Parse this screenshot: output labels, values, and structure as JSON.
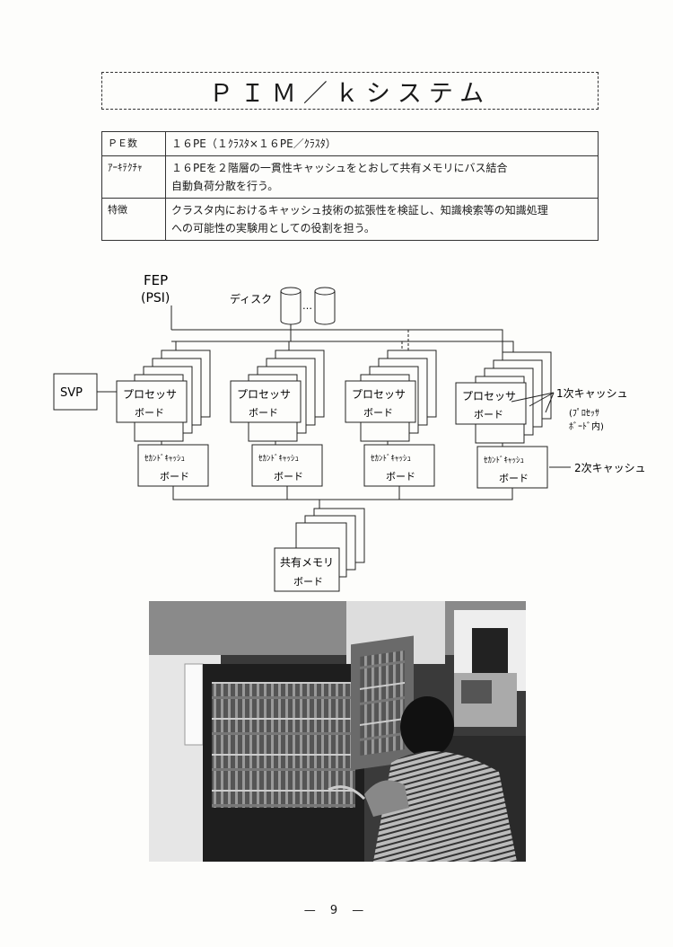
{
  "title": "ＰＩＭ／ｋシステム",
  "spec_table": [
    {
      "key": "ＰＥ数",
      "lines": [
        "１６PE（１ｸﾗｽﾀ×１６PE／ｸﾗｽﾀ）"
      ]
    },
    {
      "key": "ｱｰｷﾃｸﾁｬ",
      "lines": [
        "１６PEを２階層の一貫性キャッシュをとおして共有メモリにバス結合",
        "自動負荷分散を行う。"
      ]
    },
    {
      "key": "特徴",
      "lines": [
        "クラスタ内におけるキャッシュ技術の拡張性を検証し、知識検索等の知識処理",
        "への可能性の実験用としての役割を担う。"
      ]
    }
  ],
  "diagram": {
    "fep": "FEP",
    "psi": "(PSI)",
    "disk": "ディスク",
    "disk_dots": "…",
    "svp": "SVP",
    "processor_line1": "プロセッサ",
    "processor_line2": "ボード",
    "second_cache_line1": "ｾｶﾝﾄﾞｷｬｯｼｭ",
    "second_cache_line2": "ボード",
    "shared_memory_line1": "共有メモリ",
    "shared_memory_line2": "ボード",
    "primary_cache_label": "1次キャッシュ",
    "primary_cache_note_1": "(ﾌﾟﾛｾｯｻ",
    "primary_cache_note_2": "ﾎﾞｰﾄﾞ内)",
    "secondary_cache_label": "2次キャッシュ"
  },
  "page_number": "— 9 —"
}
